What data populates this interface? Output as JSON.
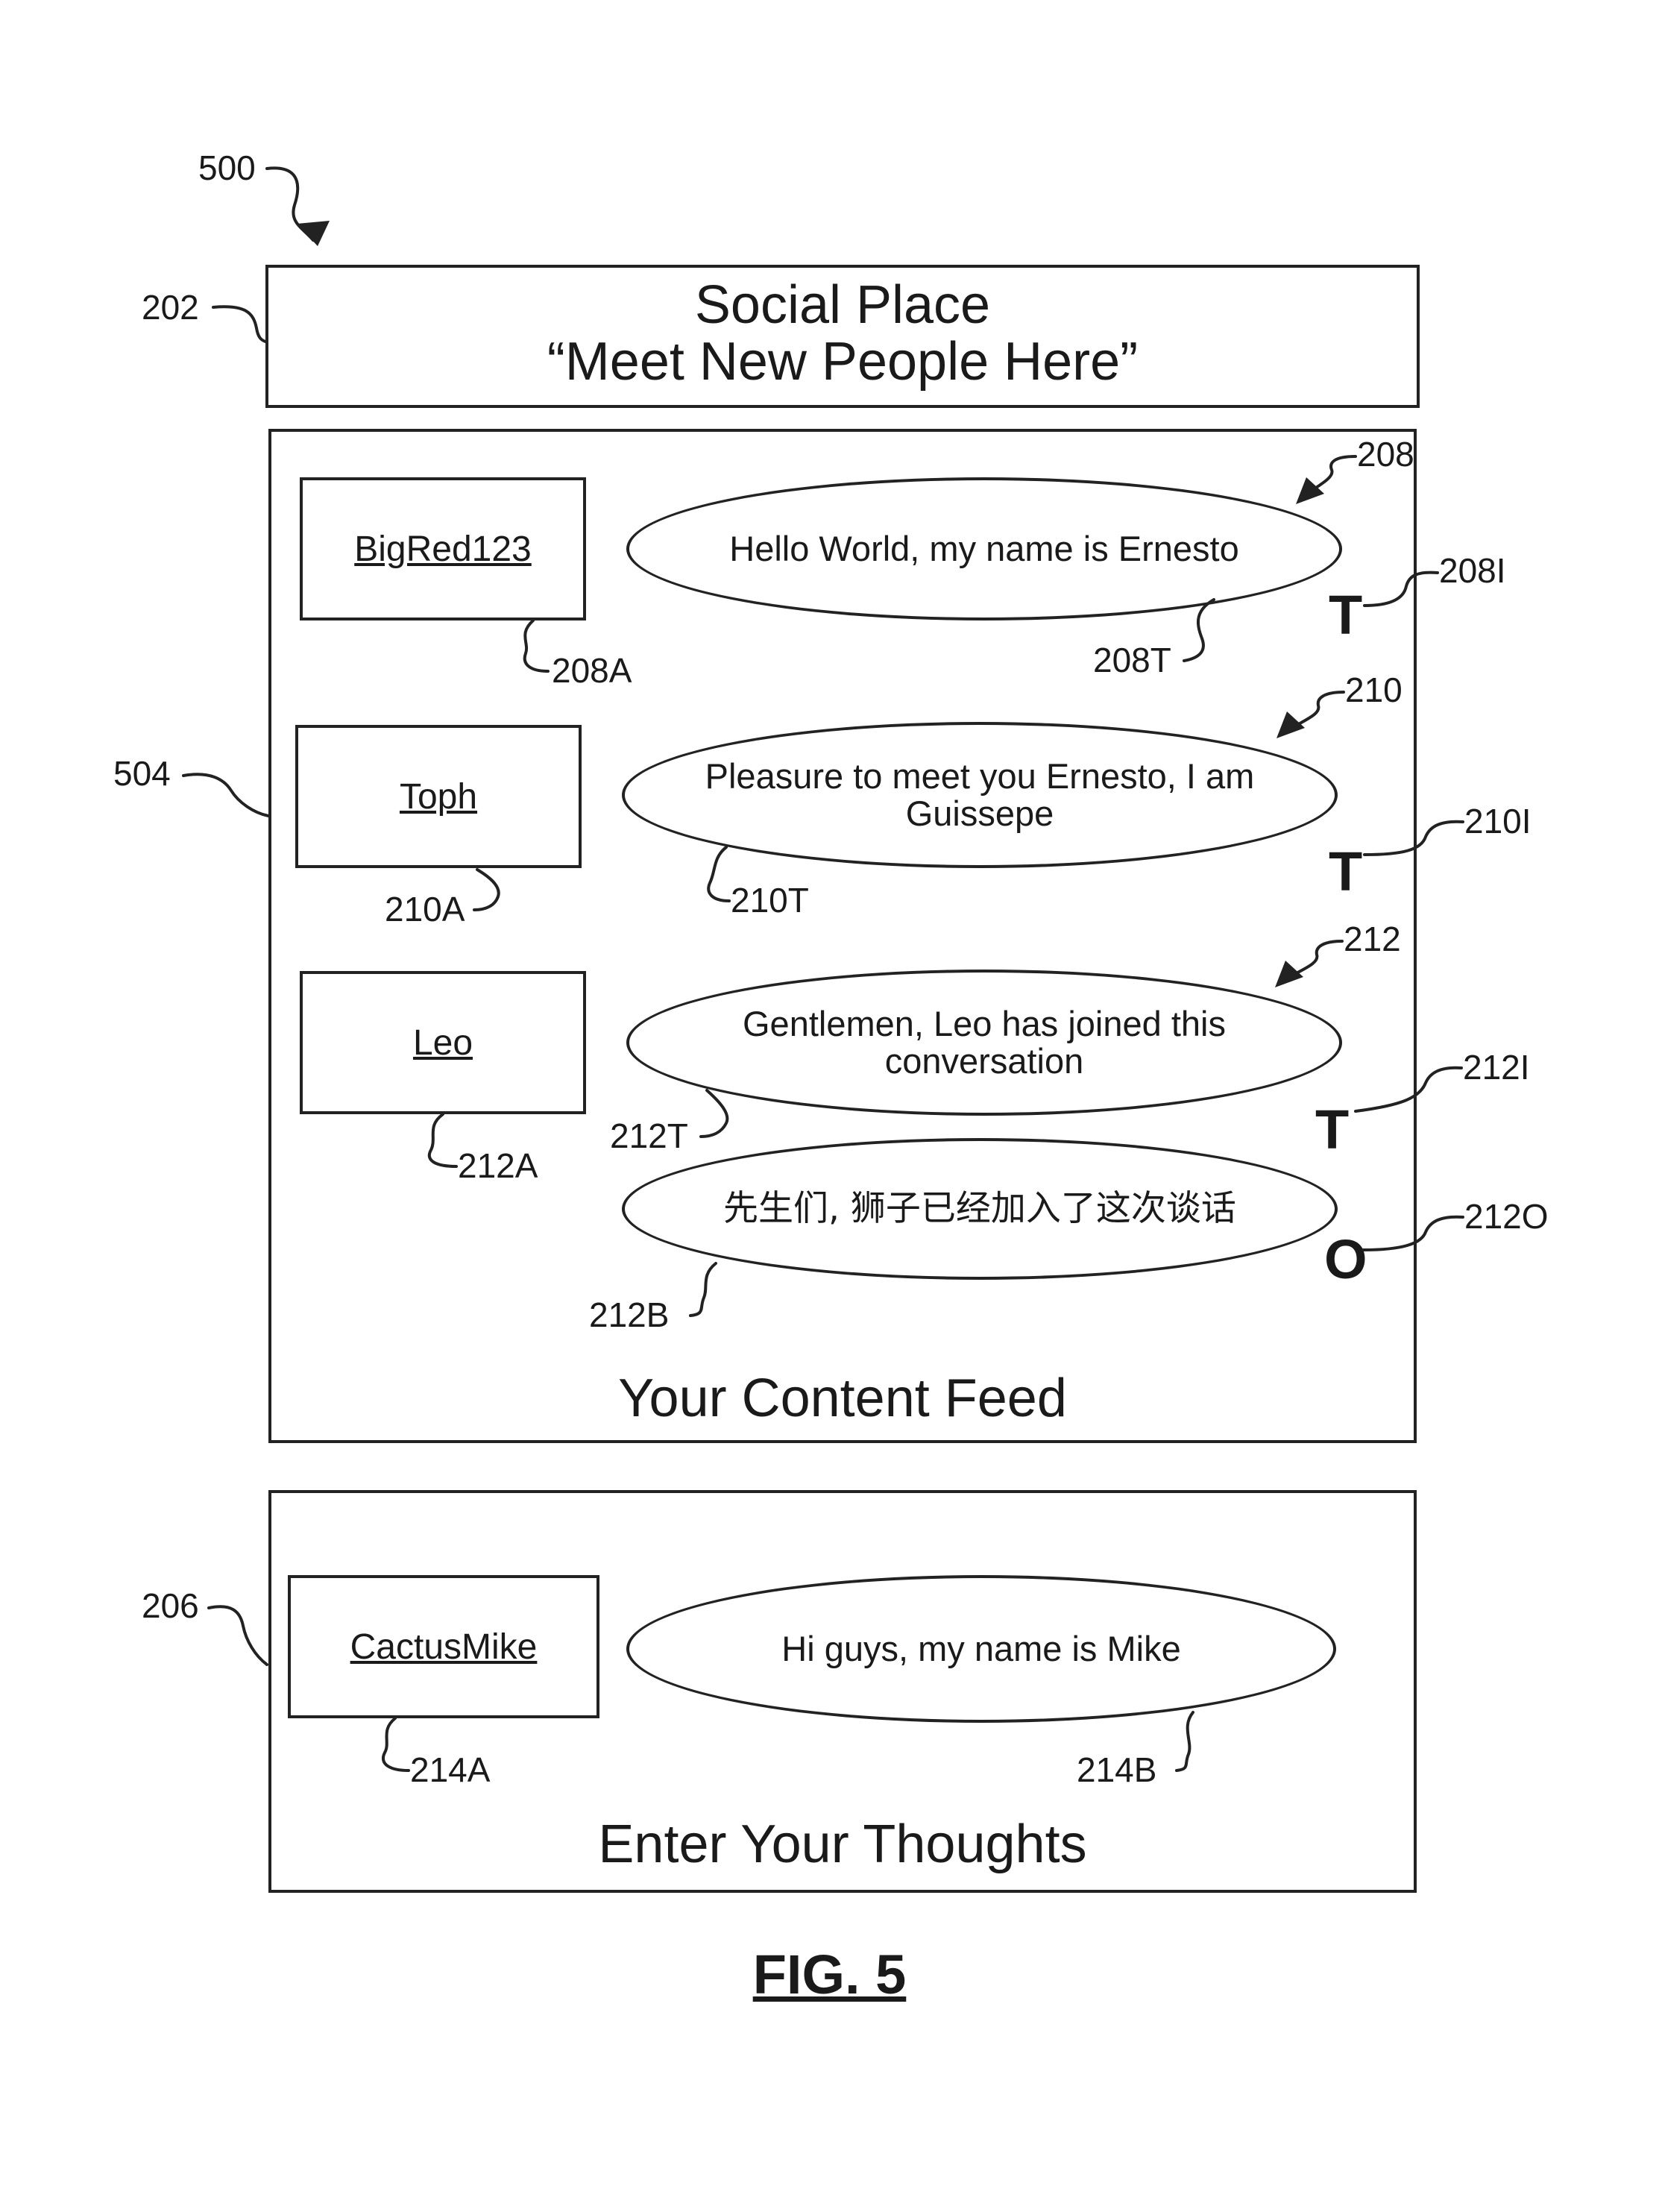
{
  "header": {
    "title": "Social Place",
    "subtitle": "“Meet New People Here”"
  },
  "feed": {
    "caption": "Your Content Feed",
    "rows": [
      {
        "user": "BigRed123",
        "message": "Hello World, my name is Ernesto",
        "indicator": "T"
      },
      {
        "user": "Toph",
        "message": "Pleasure to meet you Ernesto, I am Guissepe",
        "indicator": "T"
      },
      {
        "user": "Leo",
        "message": "Gentlemen, Leo has joined this conversation",
        "indicator": "T",
        "translation": "先生们, 狮子已经加入了这次谈话",
        "translation_indicator": "O"
      }
    ]
  },
  "input_panel": {
    "caption": "Enter Your Thoughts",
    "user": "CactusMike",
    "message": "Hi guys, my name is Mike"
  },
  "refs": {
    "r500": "500",
    "r202": "202",
    "r504": "504",
    "r206": "206",
    "r208": "208",
    "r208A": "208A",
    "r208T": "208T",
    "r208I": "208I",
    "r210": "210",
    "r210A": "210A",
    "r210T": "210T",
    "r210I": "210I",
    "r212": "212",
    "r212A": "212A",
    "r212T": "212T",
    "r212I": "212I",
    "r212B": "212B",
    "r212O": "212O",
    "r214A": "214A",
    "r214B": "214B"
  },
  "figure_label": "FIG. 5"
}
